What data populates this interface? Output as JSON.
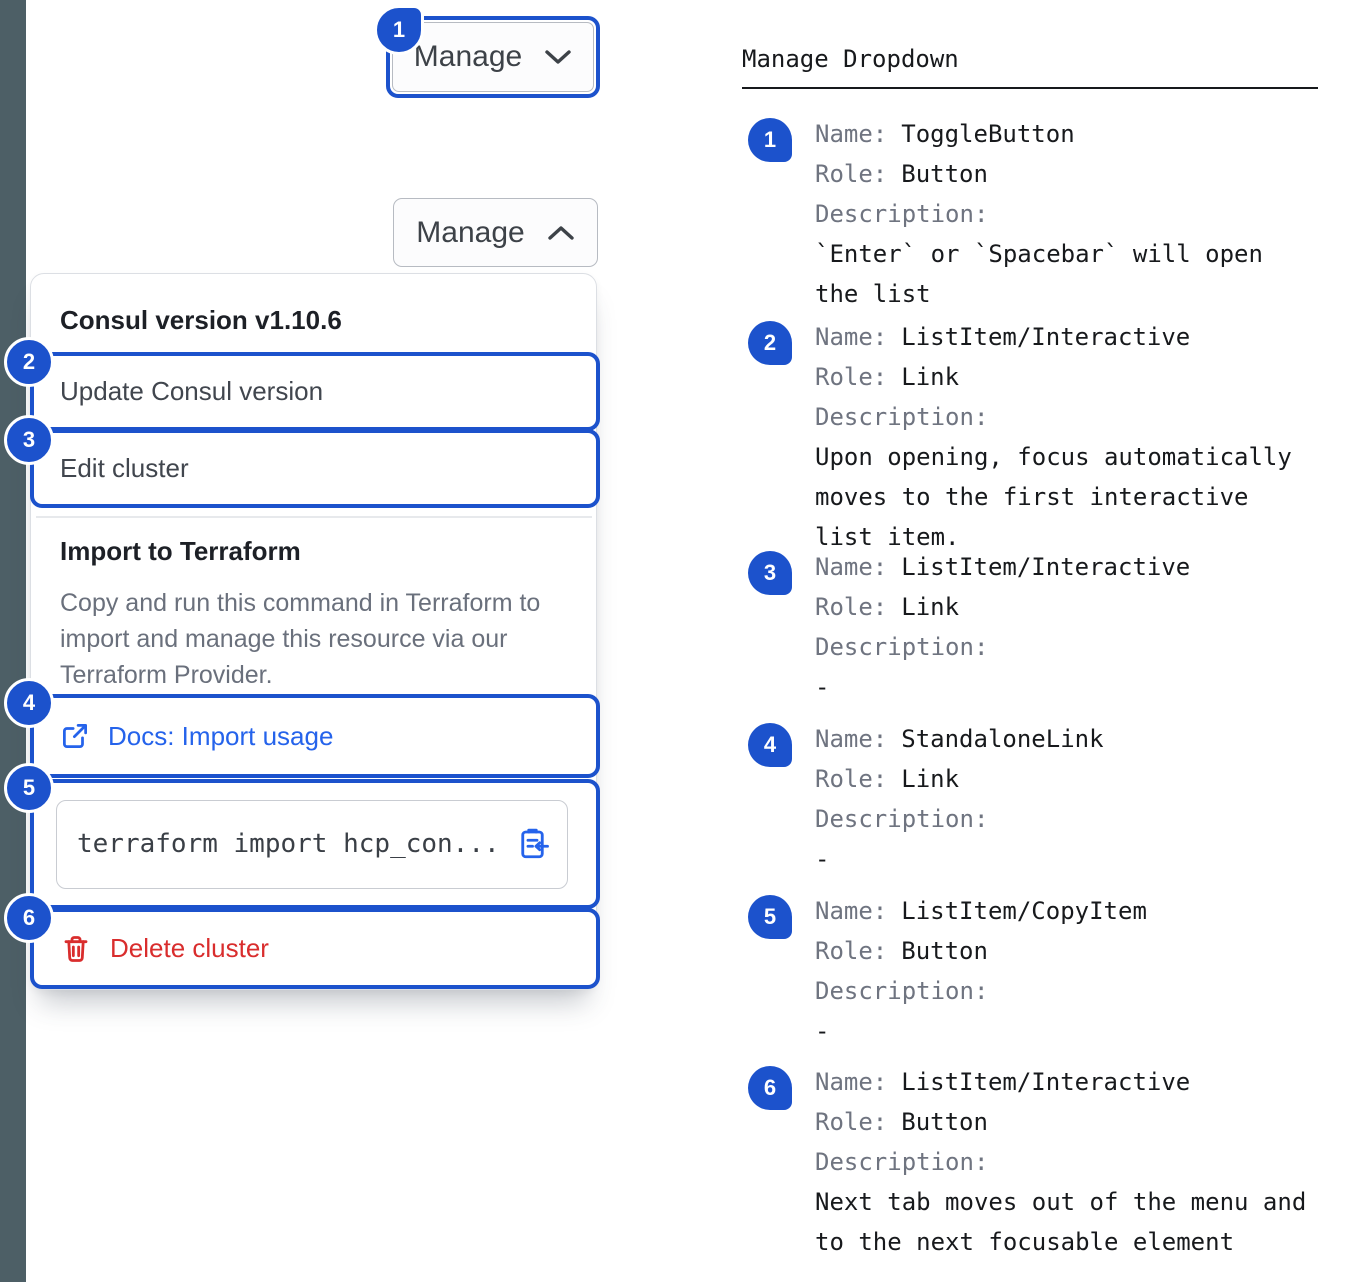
{
  "colors": {
    "annotation_blue": "#1c52cc",
    "link_blue": "#2563eb",
    "danger_red": "#d92d2d",
    "side_strip": "#4d5f66"
  },
  "toggle": {
    "collapsed_label": "Manage",
    "expanded_label": "Manage"
  },
  "dropdown": {
    "version_header": "Consul version v1.10.6",
    "update_item": "Update Consul version",
    "edit_item": "Edit cluster",
    "import_header": "Import to Terraform",
    "import_description": "Copy and run this command in Terraform to import and manage this resource via our Terraform Provider.",
    "docs_link": "Docs: Import usage",
    "code_snippet": "terraform import hcp_con...",
    "delete_item": "Delete cluster"
  },
  "legend": {
    "title": "Manage Dropdown",
    "name_label": "Name:",
    "role_label": "Role:",
    "description_label": "Description:",
    "entries": [
      {
        "num": "1",
        "name": "ToggleButton",
        "role": "Button",
        "description": "`Enter` or `Spacebar` will open the list"
      },
      {
        "num": "2",
        "name": "ListItem/Interactive",
        "role": "Link",
        "description": "Upon opening, focus automatically moves to the first interactive list item."
      },
      {
        "num": "3",
        "name": "ListItem/Interactive",
        "role": "Link",
        "description": "-"
      },
      {
        "num": "4",
        "name": "StandaloneLink",
        "role": "Link",
        "description": "-"
      },
      {
        "num": "5",
        "name": "ListItem/CopyItem",
        "role": "Button",
        "description": "-"
      },
      {
        "num": "6",
        "name": "ListItem/Interactive",
        "role": "Button",
        "description": "Next tab moves out of the menu and to the next focusable element"
      }
    ]
  }
}
